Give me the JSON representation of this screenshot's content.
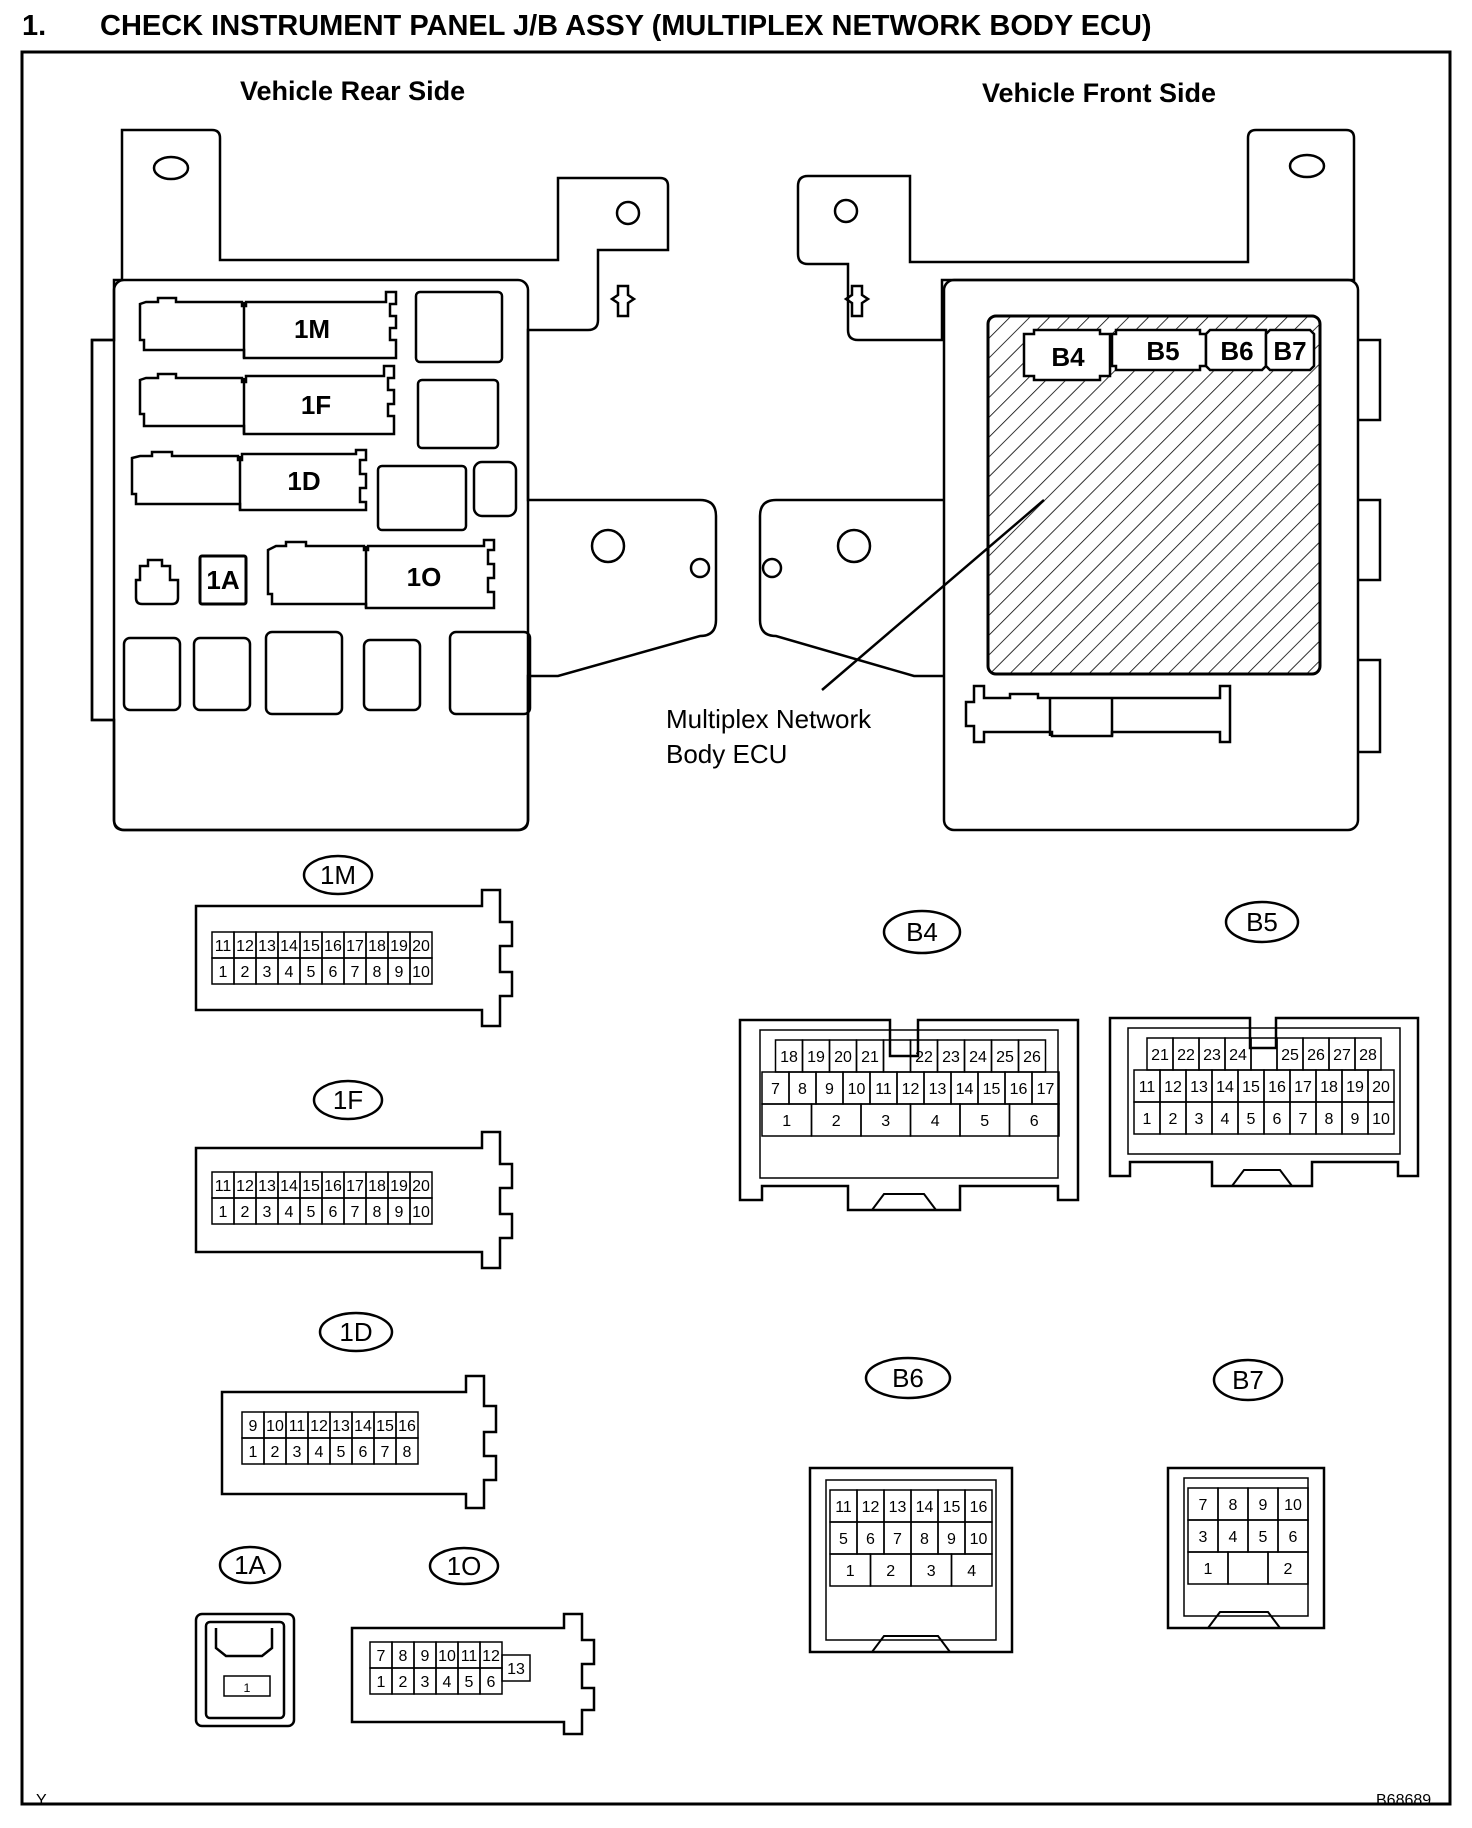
{
  "header": {
    "step_number": "1.",
    "title": "CHECK INSTRUMENT PANEL J/B ASSY (MULTIPLEX NETWORK BODY ECU)"
  },
  "views": {
    "rear": "Vehicle Rear Side",
    "front": "Vehicle Front Side"
  },
  "jb_labels": {
    "m": "1M",
    "f": "1F",
    "d": "1D",
    "a": "1A",
    "o": "1O",
    "b4": "B4",
    "b5": "B5",
    "b6": "B6",
    "b7": "B7"
  },
  "callout": {
    "line1": "Multiplex Network",
    "line2": "Body ECU"
  },
  "connectors": {
    "c1M": {
      "label": "1M",
      "rows": [
        [
          "11",
          "12",
          "13",
          "14",
          "15",
          "16",
          "17",
          "18",
          "19",
          "20"
        ],
        [
          "1",
          "2",
          "3",
          "4",
          "5",
          "6",
          "7",
          "8",
          "9",
          "10"
        ]
      ]
    },
    "c1F": {
      "label": "1F",
      "rows": [
        [
          "11",
          "12",
          "13",
          "14",
          "15",
          "16",
          "17",
          "18",
          "19",
          "20"
        ],
        [
          "1",
          "2",
          "3",
          "4",
          "5",
          "6",
          "7",
          "8",
          "9",
          "10"
        ]
      ]
    },
    "c1D": {
      "label": "1D",
      "rows": [
        [
          "9",
          "10",
          "11",
          "12",
          "13",
          "14",
          "15",
          "16"
        ],
        [
          "1",
          "2",
          "3",
          "4",
          "5",
          "6",
          "7",
          "8"
        ]
      ]
    },
    "c1A": {
      "label": "1A",
      "rows": [
        [
          "1"
        ]
      ]
    },
    "c1O": {
      "label": "1O",
      "rows": [
        [
          "7",
          "8",
          "9",
          "10",
          "11",
          "12"
        ],
        [
          "1",
          "2",
          "3",
          "4",
          "5",
          "6"
        ]
      ],
      "extra": "13"
    },
    "cB4": {
      "label": "B4",
      "rows": [
        [
          "18",
          "19",
          "20",
          "21",
          "",
          "22",
          "23",
          "24",
          "25",
          "26"
        ],
        [
          "7",
          "8",
          "9",
          "10",
          "11",
          "12",
          "13",
          "14",
          "15",
          "16",
          "17"
        ],
        [
          "1",
          "2",
          "3",
          "4",
          "5",
          "6"
        ]
      ]
    },
    "cB5": {
      "label": "B5",
      "rows": [
        [
          "21",
          "22",
          "23",
          "24",
          "",
          "25",
          "26",
          "27",
          "28"
        ],
        [
          "11",
          "12",
          "13",
          "14",
          "15",
          "16",
          "17",
          "18",
          "19",
          "20"
        ],
        [
          "1",
          "2",
          "3",
          "4",
          "5",
          "6",
          "7",
          "8",
          "9",
          "10"
        ]
      ]
    },
    "cB6": {
      "label": "B6",
      "rows": [
        [
          "11",
          "12",
          "13",
          "14",
          "15",
          "16"
        ],
        [
          "5",
          "6",
          "7",
          "8",
          "9",
          "10"
        ],
        [
          "1",
          "2",
          "3",
          "4"
        ]
      ]
    },
    "cB7": {
      "label": "B7",
      "rows": [
        [
          "7",
          "8",
          "9",
          "10"
        ],
        [
          "3",
          "4",
          "5",
          "6"
        ],
        [
          "1",
          "",
          "2"
        ]
      ]
    }
  },
  "footer": {
    "left_code": "Y",
    "figure_code": "B68689"
  }
}
